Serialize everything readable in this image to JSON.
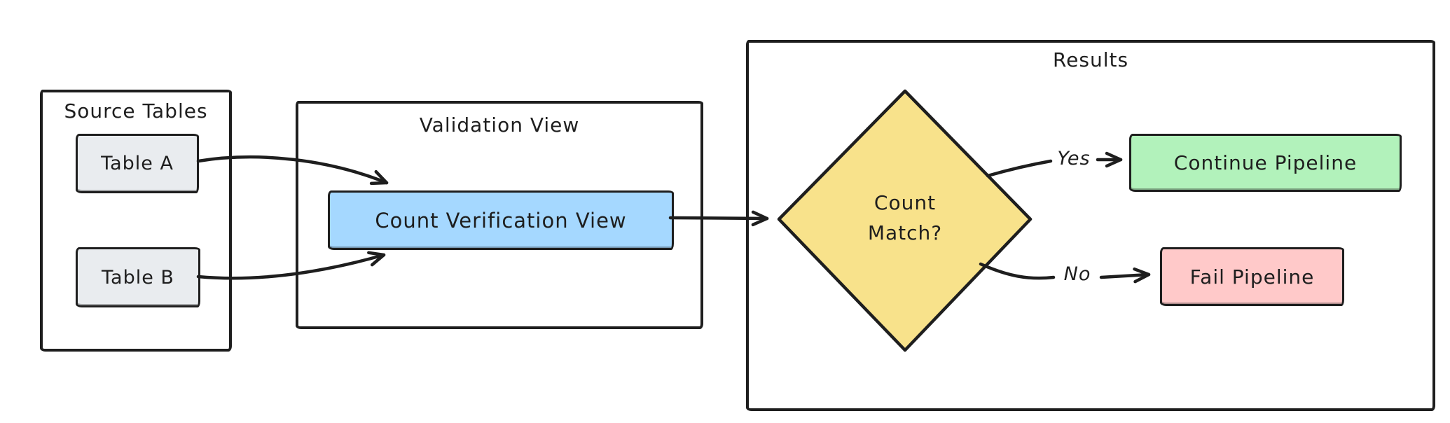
{
  "diagram": {
    "background": "#ffffff",
    "stroke_color": "#1e1e1e",
    "containers": {
      "source_tables": {
        "label": "Source Tables"
      },
      "validation_view": {
        "label": "Validation View"
      },
      "results": {
        "label": "Results"
      }
    },
    "nodes": {
      "table_a": {
        "label": "Table A",
        "fill": "#e9ecef"
      },
      "table_b": {
        "label": "Table B",
        "fill": "#e9ecef"
      },
      "count_verification_view": {
        "label": "Count Verification View",
        "fill": "#a5d8ff"
      },
      "count_match": {
        "label_line1": "Count",
        "label_line2": "Match?",
        "fill": "#f8e28b"
      },
      "continue_pipeline": {
        "label": "Continue Pipeline",
        "fill": "#b2f2bb"
      },
      "fail_pipeline": {
        "label": "Fail Pipeline",
        "fill": "#ffc9c9"
      }
    },
    "edge_labels": {
      "yes": "Yes",
      "no": "No"
    }
  }
}
